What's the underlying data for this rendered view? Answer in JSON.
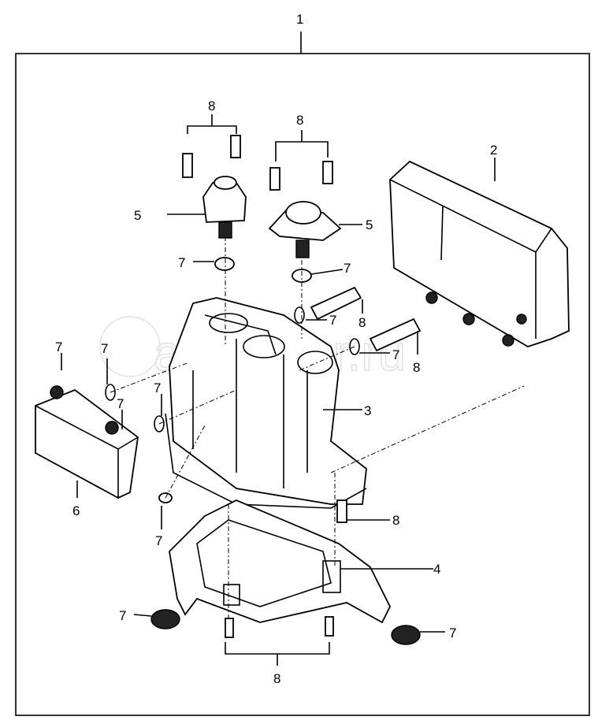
{
  "diagram": {
    "callouts": {
      "assembly": "1",
      "ecu_cover": "2",
      "valve_body": "3",
      "base_bracket": "4",
      "solenoid": "5",
      "connector_block": "6",
      "o_ring": "7",
      "bolt": "8"
    },
    "watermark": "autopiter.ru"
  }
}
